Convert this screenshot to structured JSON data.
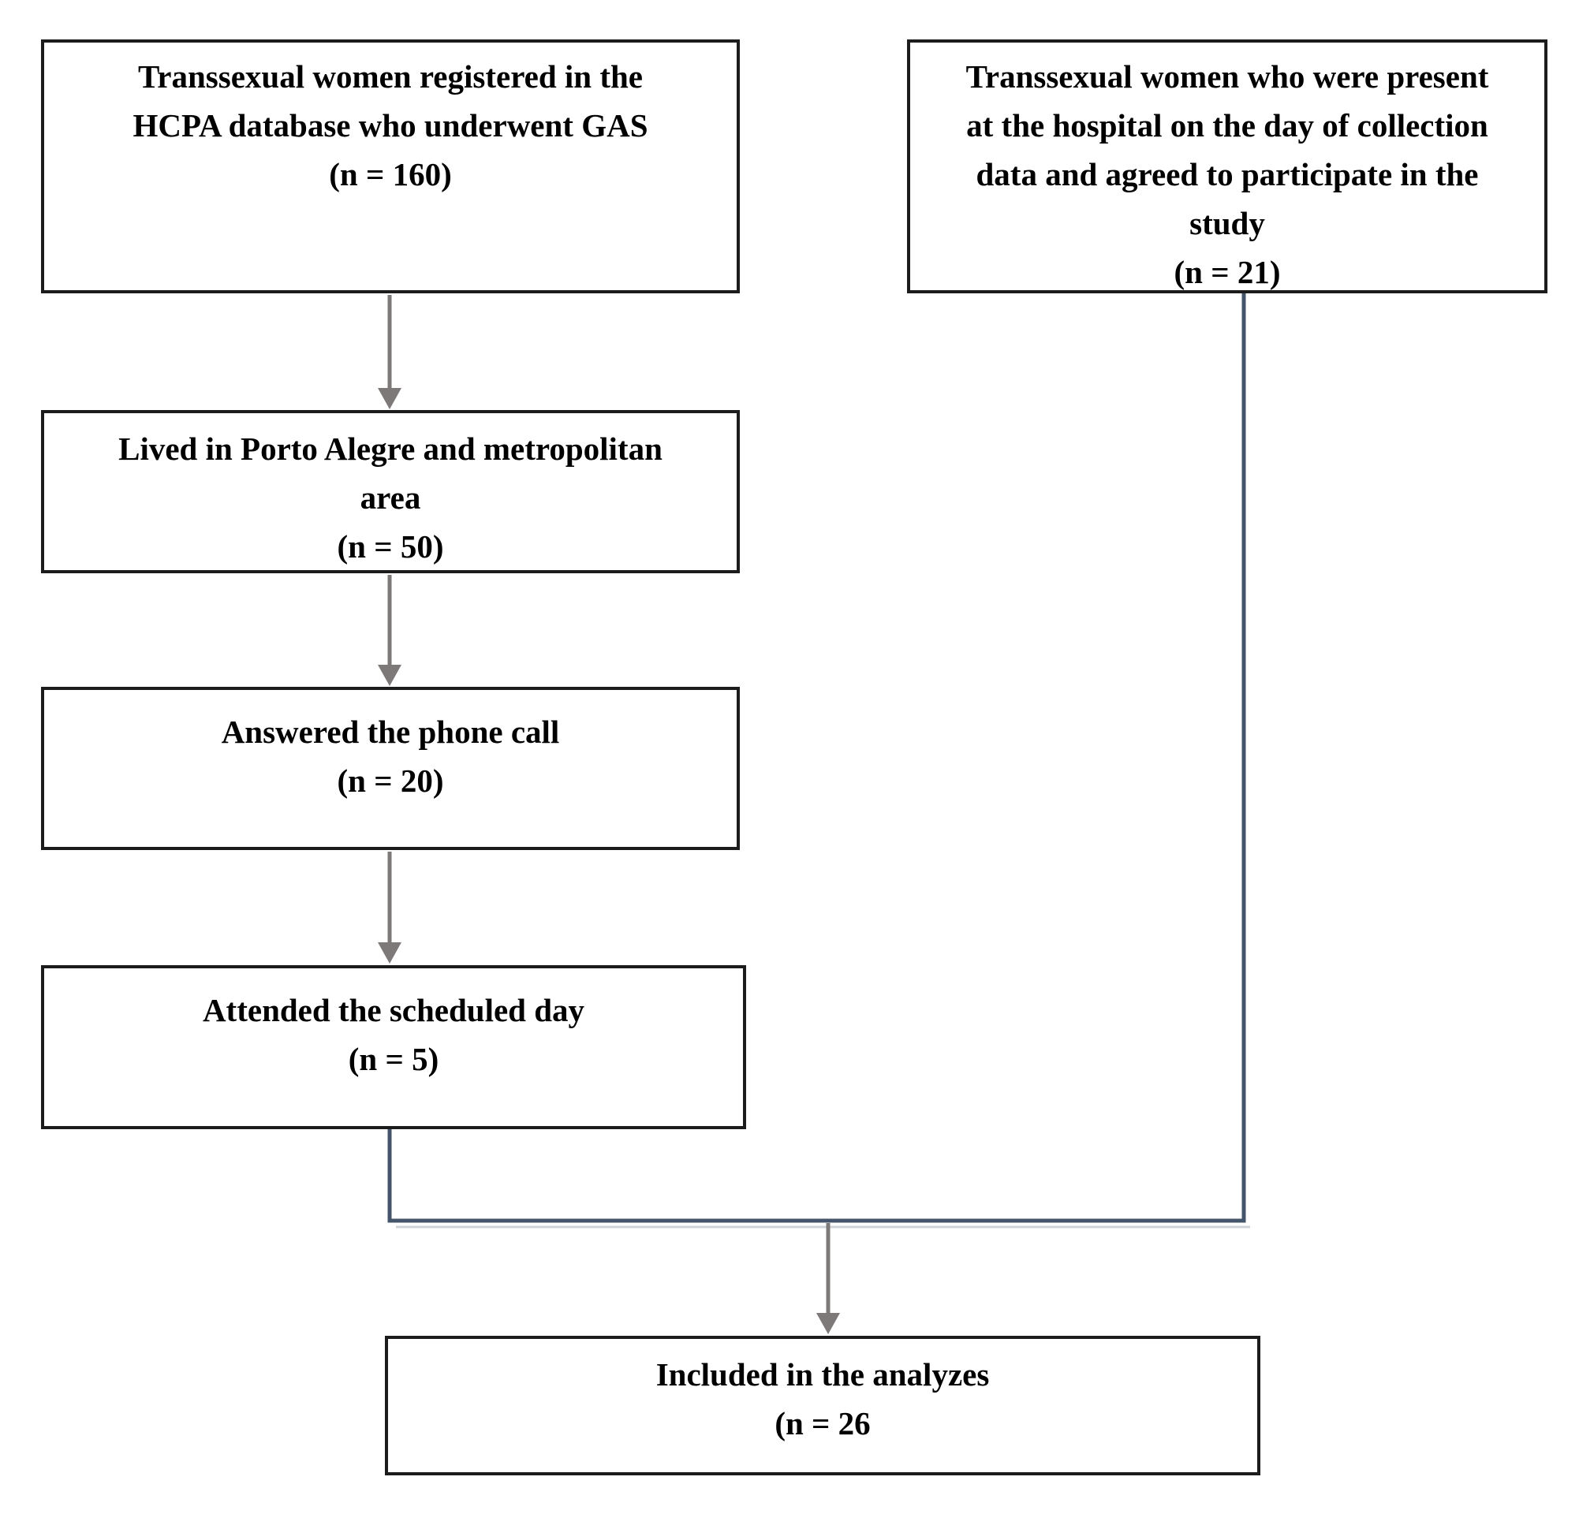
{
  "diagram": {
    "colors": {
      "bg": "#ffffff",
      "border": "#1c1c1c",
      "text": "#000000",
      "arrow": "#7d7979",
      "slate": "#44546a",
      "shadow": "#b7bcc2"
    },
    "boxes": [
      {
        "id": "registered",
        "lines": [
          "Transsexual women registered in the",
          "HCPA database who underwent GAS",
          "(n = 160)"
        ]
      },
      {
        "id": "present",
        "lines": [
          "Transsexual women who were present",
          "at the hospital on the day of collection",
          "data and agreed to participate in the",
          "study",
          "(n = 21)"
        ]
      },
      {
        "id": "lived",
        "lines": [
          "Lived in Porto Alegre and metropolitan",
          "area",
          "(n = 50)"
        ]
      },
      {
        "id": "answered",
        "lines": [
          "Answered the phone call",
          "(n = 20)"
        ]
      },
      {
        "id": "attended",
        "lines": [
          "Attended the scheduled day",
          "(n = 5)"
        ]
      },
      {
        "id": "included",
        "lines": [
          "Included in the analyzes",
          "(n = 26"
        ]
      }
    ]
  }
}
